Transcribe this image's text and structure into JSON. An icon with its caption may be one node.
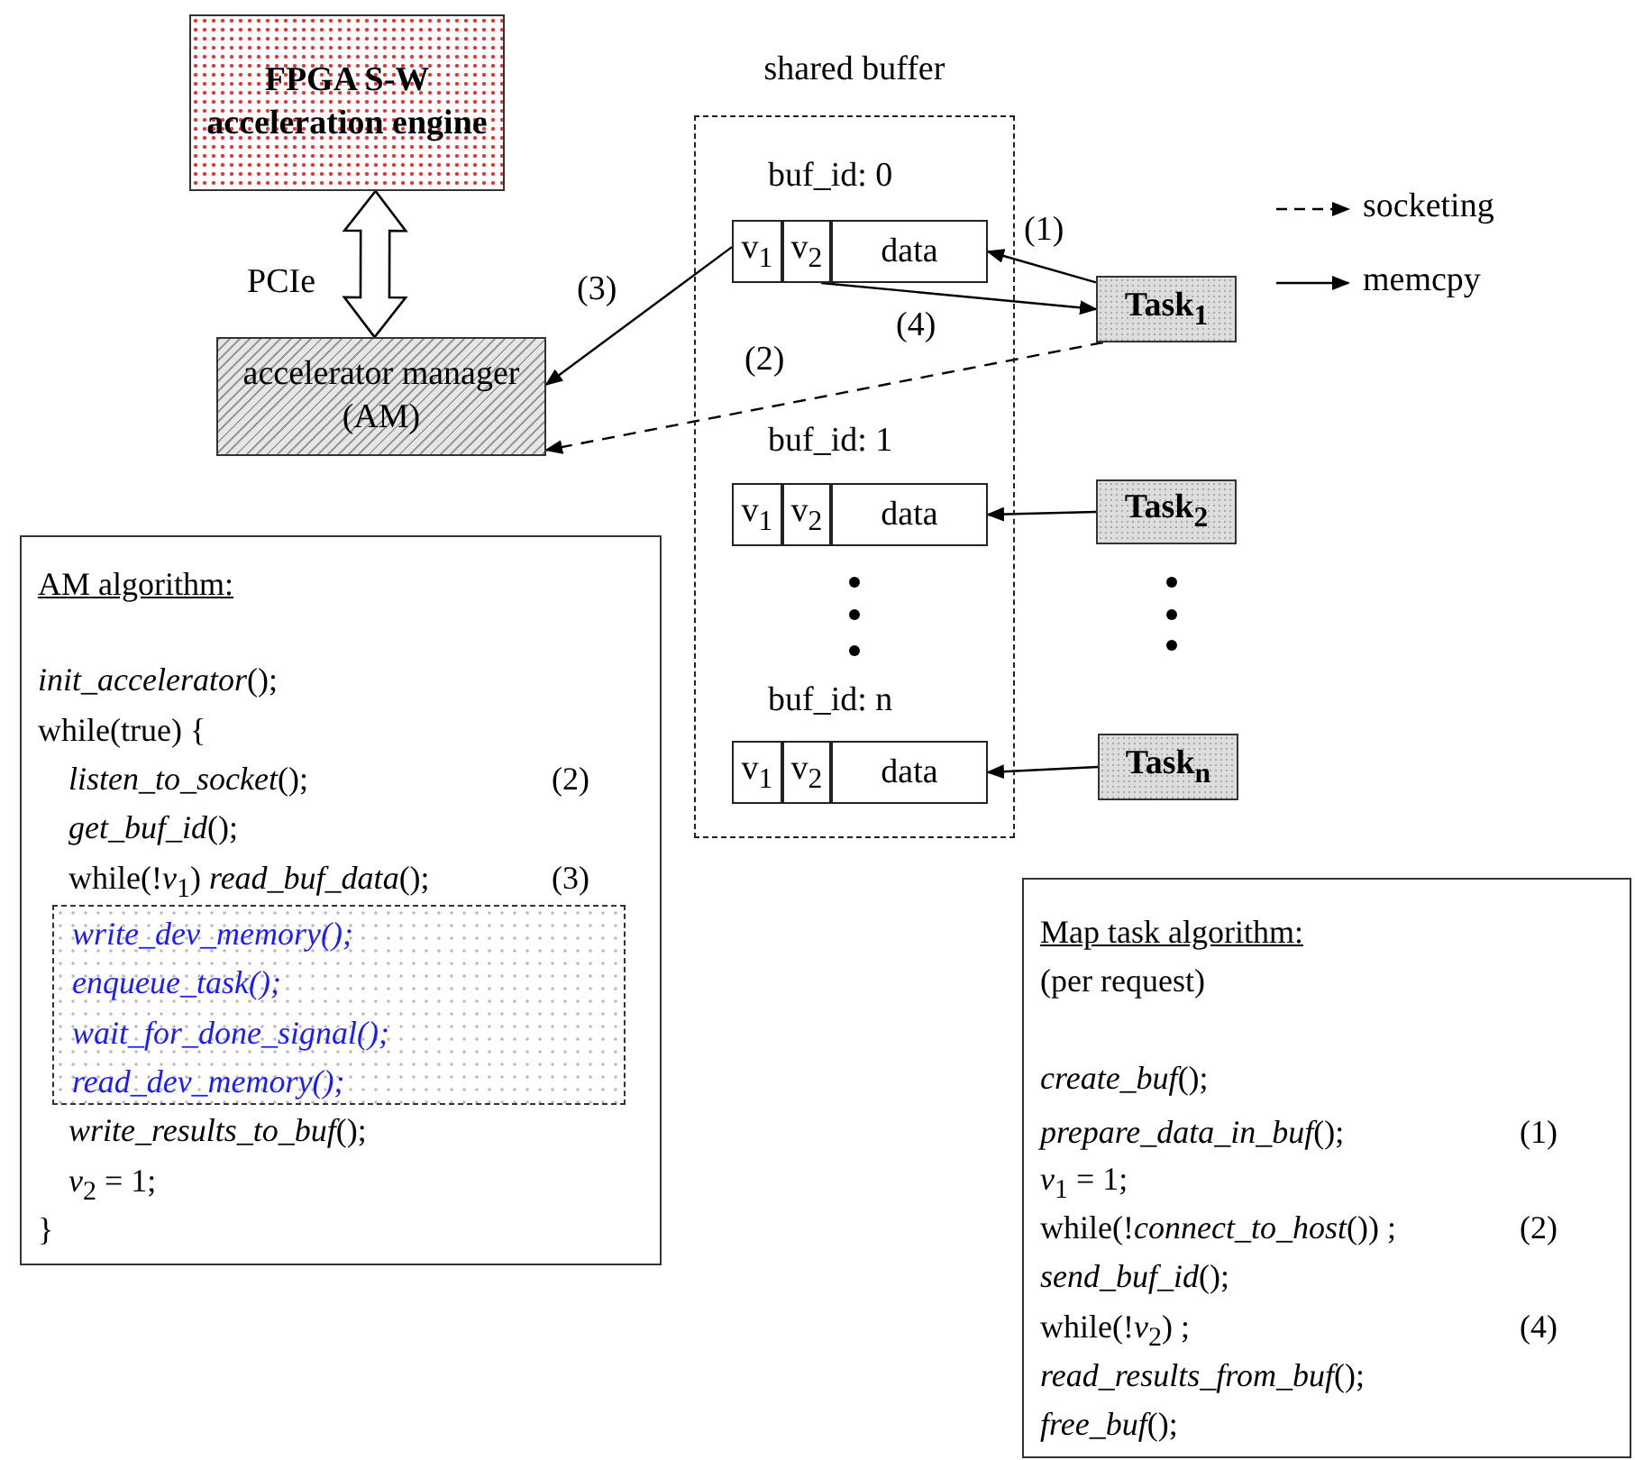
{
  "diagram": {
    "nodes": [
      {
        "text": [
          "FPGA S-W acceleration engine"
        ]
      },
      {
        "text": [
          "accelerator manager (AM)"
        ]
      },
      {
        "text": [
          "shared buffer"
        ]
      },
      {
        "text": [
          "v$_{1}$"
        ],
        "in": 2
      },
      {
        "text": [
          "v$_{2}$"
        ],
        "in": 2
      },
      {
        "text": [
          "data"
        ],
        "in": 2
      },
      {
        "text": [
          "v$_{1}$"
        ],
        "in": 2
      },
      {
        "text": [
          "v$_{2}$"
        ],
        "in": 2
      },
      {
        "text": [
          "data"
        ],
        "in": 2
      },
      {
        "text": [
          "v$_{1}$"
        ],
        "in": 2
      },
      {
        "text": [
          "v$_{2}$"
        ],
        "in": 2
      },
      {
        "text": [
          "data"
        ],
        "in": 2
      },
      {
        "text": [
          "Task$_{1}$"
        ]
      },
      {
        "text": [
          "Task$_{2}$"
        ]
      },
      {
        "text": [
          "Task$_{n}$"
        ]
      },
      {
        "text": [
          "AM algorithm:",
          "*init_accelerator*();",
          "while(true) {",
          "*listen_to_socket*();",
          "(2)",
          "*get_buf_id*();",
          "while(!*v*$_{1}$) *read_buf_data*();",
          "(3)",
          "*write_results_to_buf*();",
          "*v*$_{2}$ = 1;",
          "}"
        ]
      },
      {
        "text": [
          "write_dev_memory();",
          "enqueue_task();",
          "wait_for_done_signal();",
          "read_dev_memory();"
        ],
        "in": 15
      },
      {
        "text": [
          "Map task algorithm:",
          "(per request)",
          "*create_buf*();",
          "*prepare_data_in_buf*();",
          "(1)",
          "*v*$_{1}$ = 1;",
          "while(!*connect_to_host*()) ;",
          "(2)",
          "*send_buf_id*();",
          "while(!*v*$_{2}$) ;",
          "(4)",
          "*read_results_from_buf*();",
          "*free_buf*();"
        ]
      }
    ],
    "edges": [
      {
        "from": 0,
        "to": 1,
        "arrow": "both",
        "style": "thick",
        "label": "PCIe"
      },
      {
        "from": 3,
        "to": 1,
        "arrow": "to",
        "label": "(3)"
      },
      {
        "from": 12,
        "to": 5,
        "arrow": "to",
        "label": "(1)"
      },
      {
        "from": 4,
        "to": 12,
        "arrow": "to",
        "label": "(4)"
      },
      {
        "from": 12,
        "to": 1,
        "arrow": "to",
        "style": "dashed",
        "label": "(2)"
      },
      {
        "from": 13,
        "to": 8,
        "arrow": "to"
      },
      {
        "from": 14,
        "to": 11,
        "arrow": "to"
      }
    ],
    "labels": [
      "buf_id: 0",
      "buf_id: 1",
      "buf_id: n"
    ],
    "legend": [
      {
        "text": "socketing"
      },
      {
        "text": "memcpy"
      }
    ]
  }
}
